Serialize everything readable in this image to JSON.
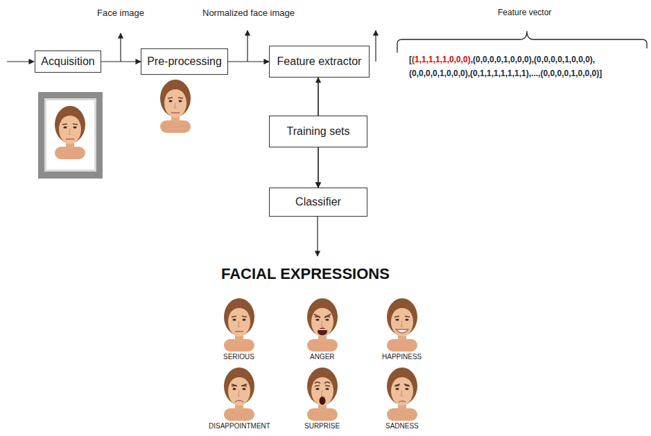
{
  "diagram": {
    "nodes": [
      {
        "text": [
          "Acquisition"
        ]
      },
      {
        "text": [
          "Pre-processing"
        ]
      },
      {
        "text": [
          "Feature extractor"
        ]
      },
      {
        "text": [
          "Training sets"
        ]
      },
      {
        "text": [
          "Classifier"
        ]
      }
    ],
    "edges": [
      {
        "from": 0,
        "to": 1,
        "arrow": "to"
      },
      {
        "from": 1,
        "to": 2,
        "arrow": "to"
      },
      {
        "from": 2,
        "to": 4,
        "arrow": "to"
      },
      {
        "from": 3,
        "to": 2,
        "arrow": "to"
      },
      {
        "from": 3,
        "to": 4,
        "arrow": "to"
      }
    ],
    "labels": [
      "Face image",
      "Normalized face image",
      "Feature vector",
      "[",
      "(1,1,1,1,1,0,0,0)",
      ",(0,0,0,0,1,0,0,0),(0,0,0,0,1,0,0,0),",
      "(0,0,0,0,1,0,0,0),(0,1,1,1,1,1,1,1),...,(0,0,0,0,1,0,0,0)]",
      "FACIAL EXPRESSIONS",
      "SERIOUS",
      "ANGER",
      "HAPPINESS",
      "DISAPPOINTMENT",
      "SURPRISE",
      "SADNESS"
    ]
  }
}
